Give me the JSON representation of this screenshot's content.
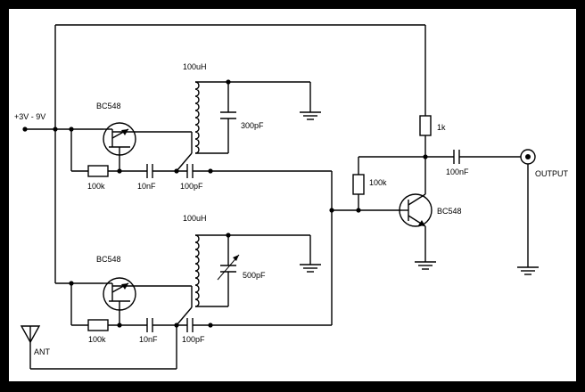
{
  "supply": {
    "label": "+3V - 9V"
  },
  "antenna": {
    "label": "ANT"
  },
  "output": {
    "label": "OUTPUT"
  },
  "oscillator_top": {
    "transistor": "BC548",
    "inductor": "100uH",
    "capacitor": "300pF",
    "resistor": "100k",
    "coupling_cap_1": "10nF",
    "coupling_cap_2": "100pF"
  },
  "oscillator_bottom": {
    "transistor": "BC548",
    "inductor": "100uH",
    "capacitor": "500pF",
    "resistor": "100k",
    "coupling_cap_1": "10nF",
    "coupling_cap_2": "100pF"
  },
  "mixer": {
    "transistor": "BC548",
    "collector_resistor": "1k",
    "bias_resistor": "100k",
    "output_cap": "100nF"
  }
}
